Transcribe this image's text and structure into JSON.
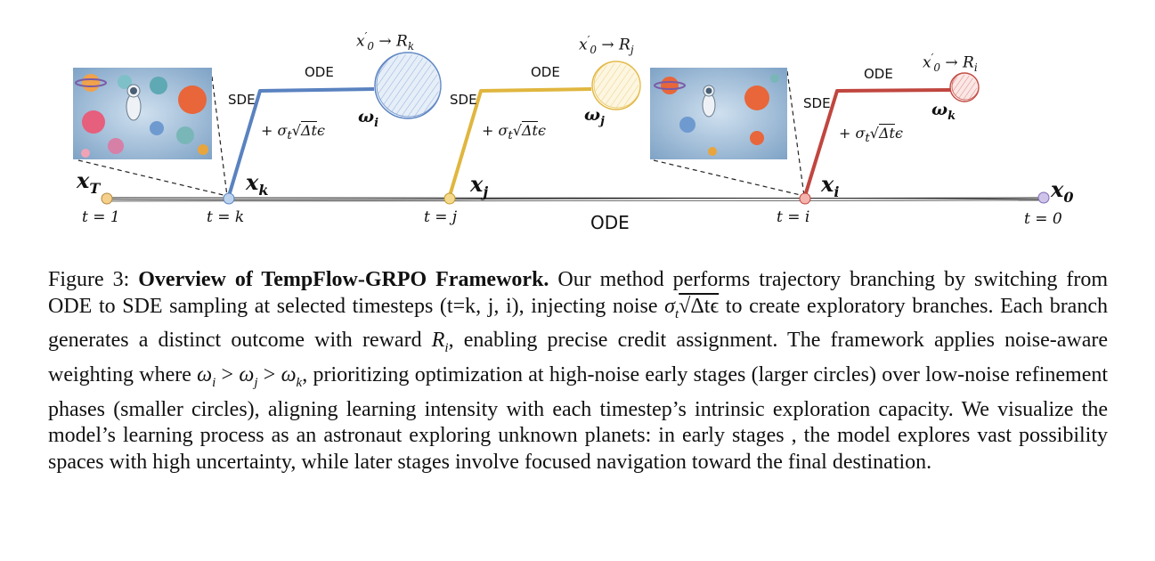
{
  "figure": {
    "main_ode_label": "ODE",
    "nodes": {
      "xT": "x",
      "xT_sub": "T",
      "xk": "x",
      "xk_sub": "k",
      "xj": "x",
      "xj_sub": "j",
      "xi": "x",
      "xi_sub": "i",
      "x0": "x",
      "x0_sub": "0"
    },
    "times": {
      "t1": "t = 1",
      "tk": "t = k",
      "tj": "t = j",
      "ti": "t = i",
      "t0": "t = 0"
    },
    "branches": [
      {
        "sde": "SDE",
        "ode": "ODE",
        "noise_pre": "+ σ",
        "noise_sub": "t",
        "noise_sqrt": "√",
        "noise_term": "Δt",
        "noise_eps": "ϵ",
        "weight": "ω",
        "weight_sub": "i",
        "reward_x": "x",
        "reward_sup": "′",
        "reward_sub0": "0",
        "reward_arrow": "→",
        "reward_R": "R",
        "reward_sub": "k",
        "color": "#5a82c0",
        "circle_fill": "#d9e6f5"
      },
      {
        "sde": "SDE",
        "ode": "ODE",
        "noise_pre": "+ σ",
        "noise_sub": "t",
        "noise_sqrt": "√",
        "noise_term": "Δt",
        "noise_eps": "ϵ",
        "weight": "ω",
        "weight_sub": "j",
        "reward_x": "x",
        "reward_sup": "′",
        "reward_sub0": "0",
        "reward_arrow": "→",
        "reward_R": "R",
        "reward_sub": "j",
        "color": "#e0b63f",
        "circle_fill": "#fbf2d6"
      },
      {
        "sde": "SDE",
        "ode": "ODE",
        "noise_pre": "+ σ",
        "noise_sub": "t",
        "noise_sqrt": "√",
        "noise_term": "Δt",
        "noise_eps": "ϵ",
        "weight": "ω",
        "weight_sub": "k",
        "reward_x": "x",
        "reward_sup": "′",
        "reward_sub0": "0",
        "reward_arrow": "→",
        "reward_R": "R",
        "reward_sub": "i",
        "color": "#c0463f",
        "circle_fill": "#f6d9d6"
      }
    ],
    "node_colors": {
      "xT": "#f5cf8c",
      "xk": "#bcd3ee",
      "xj": "#f5d98c",
      "xi": "#f4b4ad",
      "x0": "#cfc3ea"
    }
  },
  "caption": {
    "prefix": "Figure 3: ",
    "title": "Overview of TempFlow-GRPO Framework.",
    "p1": " Our method performs trajectory branching by switching from ODE to SDE sampling at selected timesteps (t=k, j, i), injecting noise ",
    "noise_math": "σ",
    "noise_sub": "t",
    "noise_sqrt": "√Δtϵ",
    "p2": " to create exploratory branches. Each branch generates a distinct outcome with reward ",
    "reward_math": "R",
    "reward_sub": "i",
    "p3": ", enabling precise credit assignment.  The framework applies noise-aware weighting where ",
    "w1": "ω",
    "w1_sub": "i",
    "gt1": " > ",
    "w2": "ω",
    "w2_sub": "j",
    "gt2": " > ",
    "w3": "ω",
    "w3_sub": "k",
    "p4": ", prioritizing optimization at high-noise early stages (larger circles) over low-noise refinement phases (smaller circles), aligning learning intensity with each timestep’s intrinsic exploration capacity. We visualize the model’s learning process as an astronaut exploring unknown planets: in early stages , the model explores vast possibility spaces with high uncertainty, while later stages involve focused navigation toward the final destination."
  }
}
